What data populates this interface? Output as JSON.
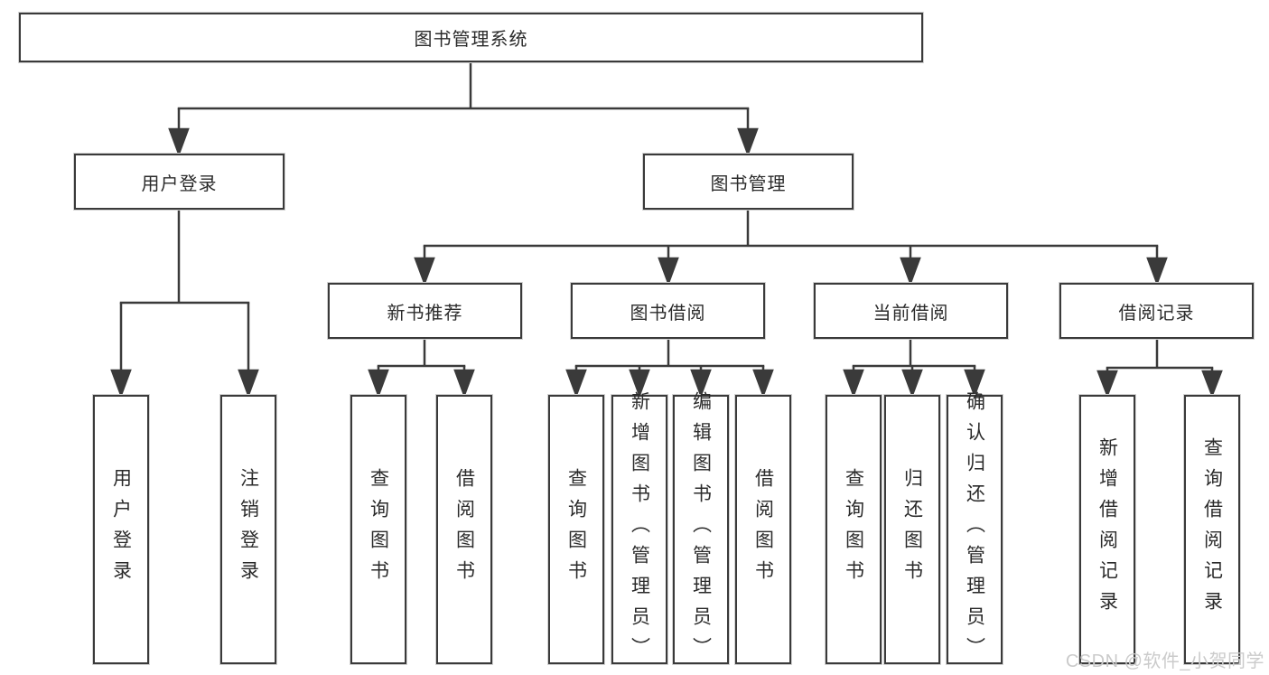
{
  "diagram": {
    "root": {
      "label": "图书管理系统"
    },
    "level2": [
      {
        "label": "用户登录",
        "leaves": [
          "用户登录",
          "注销登录"
        ]
      },
      {
        "label": "图书管理",
        "groups": [
          {
            "label": "新书推荐",
            "leaves": [
              "查询图书",
              "借阅图书"
            ]
          },
          {
            "label": "图书借阅",
            "leaves": [
              "查询图书",
              "新增图书（管理员）",
              "编辑图书（管理员）",
              "借阅图书"
            ]
          },
          {
            "label": "当前借阅",
            "leaves": [
              "查询图书",
              "归还图书",
              "确认归还（管理员）"
            ]
          },
          {
            "label": "借阅记录",
            "leaves": [
              "新增借阅记录",
              "查询借阅记录"
            ]
          }
        ]
      }
    ]
  },
  "watermark": {
    "text": "CSDN @软件_小贺同学",
    "color": "#cbcbcb"
  },
  "colors": {
    "line": "#3a3a3a",
    "box_border": "#3a3a3a",
    "box_fill": "#ffffff",
    "text": "#2b2b2b",
    "background": "#ffffff"
  }
}
